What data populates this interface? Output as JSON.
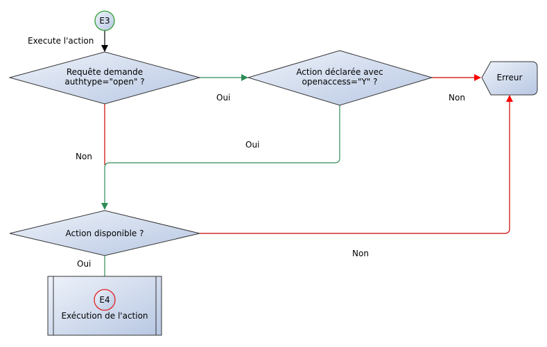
{
  "colors": {
    "shape_fill_light": "#eef2fa",
    "shape_fill_dark": "#b7c7e2",
    "shape_stroke": "#333333",
    "edge_yes": "#2e8b57",
    "edge_no": "#cc0000",
    "edge_default": "#000000",
    "arrow_no": "#ff0000",
    "start_circle": "#2e9e2e",
    "end_circle": "#e02020"
  },
  "nodes": {
    "start": {
      "label": "E3"
    },
    "decision_authtype": {
      "line1": "Requête demande",
      "line2": "authtype=\"open\" ?"
    },
    "decision_openaccess": {
      "line1": "Action déclarée avec",
      "line2": "openaccess=\"Y\" ?"
    },
    "error": {
      "label": "Erreur"
    },
    "decision_available": {
      "label": "Action disponible ?"
    },
    "process": {
      "connector": "E4",
      "label": "Exécution de l'action"
    }
  },
  "edges": {
    "start_to_authtype": {
      "label": "Execute l'action"
    },
    "authtype_yes": {
      "label": "Oui"
    },
    "authtype_no": {
      "label": "Non"
    },
    "openaccess_yes": {
      "label": "Oui"
    },
    "openaccess_no": {
      "label": "Non"
    },
    "available_yes": {
      "label": "Oui"
    },
    "available_no": {
      "label": "Non"
    }
  }
}
